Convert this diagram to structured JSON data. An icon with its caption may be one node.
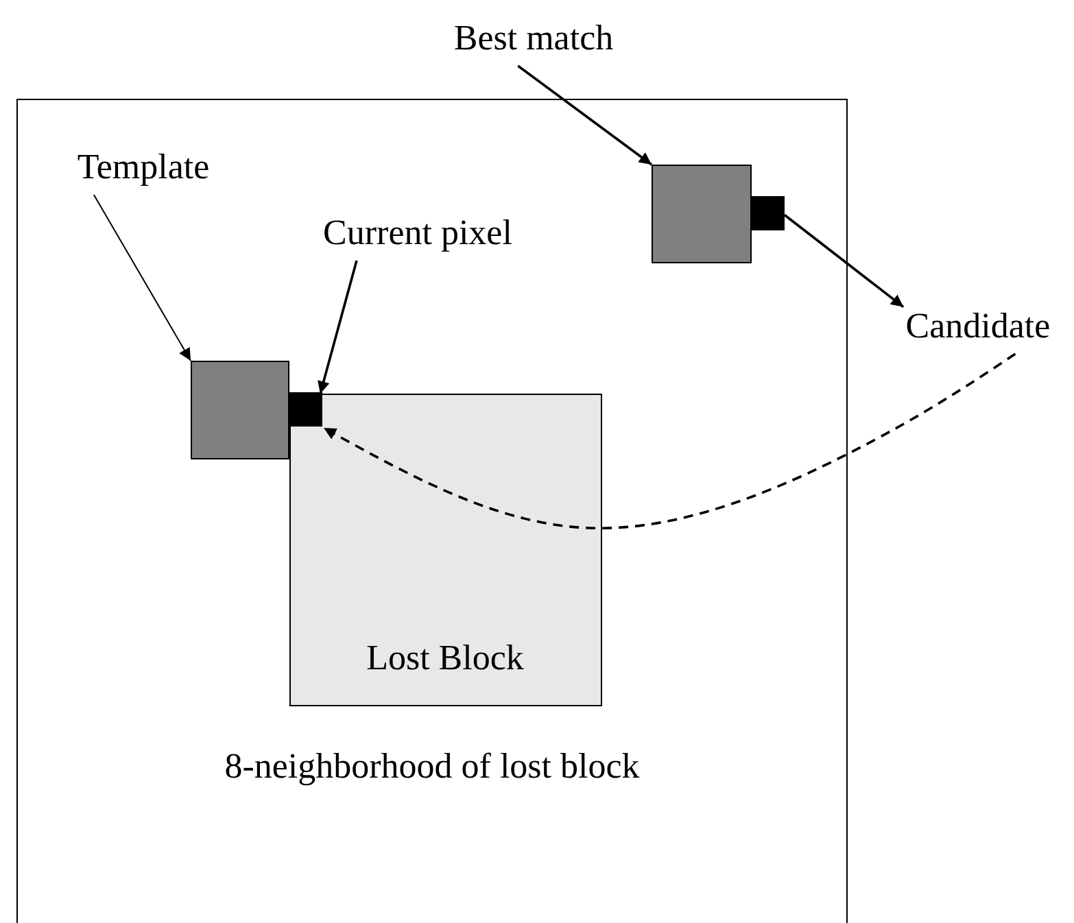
{
  "diagram": {
    "nodes": [
      {
        "text": [
          "8-neighborhood of lost block"
        ]
      },
      {
        "text": [
          "Best match"
        ]
      },
      {
        "text": [
          "Template"
        ],
        "in": 0
      },
      {
        "text": [
          "Current pixel"
        ],
        "in": 0
      },
      {
        "text": [
          "Candidate"
        ]
      },
      {
        "text": [],
        "shape": "box",
        "in": 0
      },
      {
        "text": [],
        "shape": "box",
        "in": 0
      },
      {
        "text": [],
        "shape": "box",
        "in": 0
      },
      {
        "text": [],
        "shape": "box",
        "in": 9
      },
      {
        "text": [
          "Lost Block"
        ],
        "in": 0
      }
    ],
    "edges": [
      {
        "from": 1,
        "to": 5,
        "arrow": "to"
      },
      {
        "from": 2,
        "to": 7,
        "arrow": "to"
      },
      {
        "from": 3,
        "to": 8,
        "arrow": "to"
      },
      {
        "from": 6,
        "to": 4,
        "arrow": "to"
      },
      {
        "from": 4,
        "to": 8,
        "arrow": "to",
        "style": "dashed"
      }
    ]
  }
}
